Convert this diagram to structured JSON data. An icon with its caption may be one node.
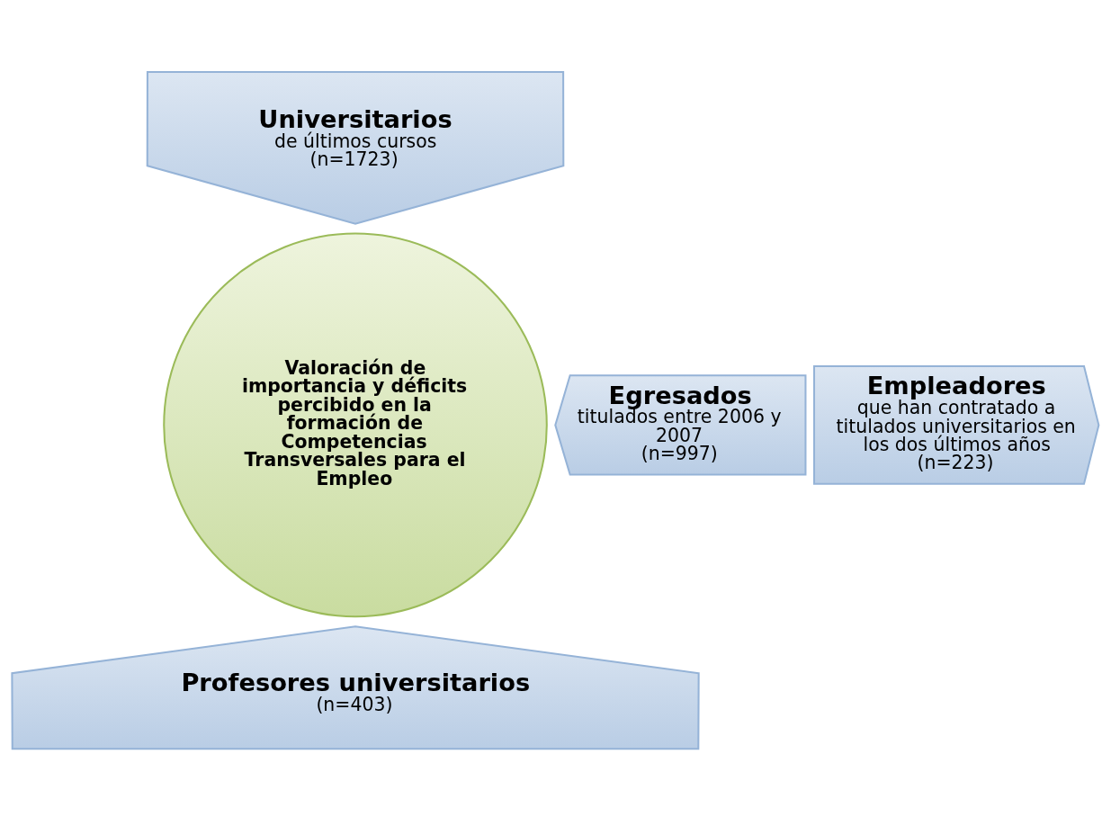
{
  "diagram": {
    "nodes": [
      {
        "text": [
          "Valoración de importancia y déficits percibido en la formación de Competencias Transversales para el Empleo"
        ]
      },
      {
        "text": [
          "Universitarios",
          "de últimos cursos",
          "(n=1723)"
        ]
      },
      {
        "text": [
          "Empleadores",
          "que han contratado a titulados universitarios en los dos últimos años",
          "(n=223)"
        ]
      },
      {
        "text": [
          "Egresados",
          "titulados entre 2006 y 2007",
          "(n=997)"
        ]
      },
      {
        "text": [
          "Profesores universitarios",
          "(n=403)"
        ]
      }
    ]
  }
}
